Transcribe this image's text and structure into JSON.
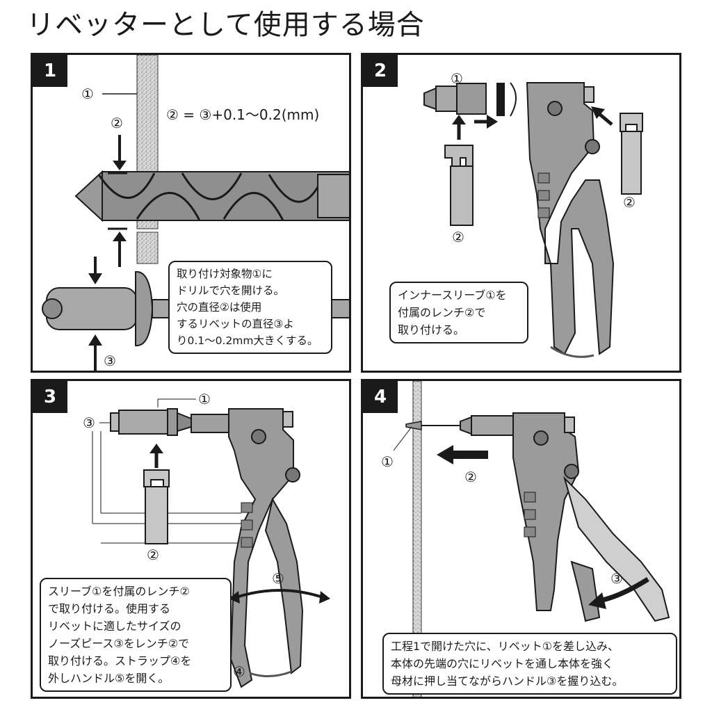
{
  "page": {
    "title": "リベッターとして使用する場合"
  },
  "panels": [
    {
      "number": "1",
      "labels": {
        "c1": "①",
        "c2": "②",
        "c3": "③"
      },
      "formula": "② = ③+0.1〜0.2(mm)",
      "caption": "取り付け対象物①に\nドリルで穴を開ける。\n穴の直径②は使用\nするリベットの直径③よ\nり0.1〜0.2mm大きくする。"
    },
    {
      "number": "2",
      "labels": {
        "c1": "①",
        "c2a": "②",
        "c2b": "②"
      },
      "caption": "インナースリーブ①を\n付属のレンチ②で\n取り付ける。"
    },
    {
      "number": "3",
      "labels": {
        "c1": "①",
        "c2": "②",
        "c3": "③",
        "c4": "④",
        "c5": "⑤"
      },
      "caption": "スリーブ①を付属のレンチ②\nで取り付ける。使用する\nリベットに適したサイズの\nノーズピース③をレンチ②で\n取り付ける。ストラップ④を\n外しハンドル⑤を開く。"
    },
    {
      "number": "4",
      "labels": {
        "c1": "①",
        "c2": "②",
        "c3": "③"
      },
      "caption": "工程1で開けた穴に、リベット①を差し込み、\n本体の先端の穴にリベットを通し本体を強く\n母材に押し当てながらハンドル③を握り込む。"
    }
  ]
}
